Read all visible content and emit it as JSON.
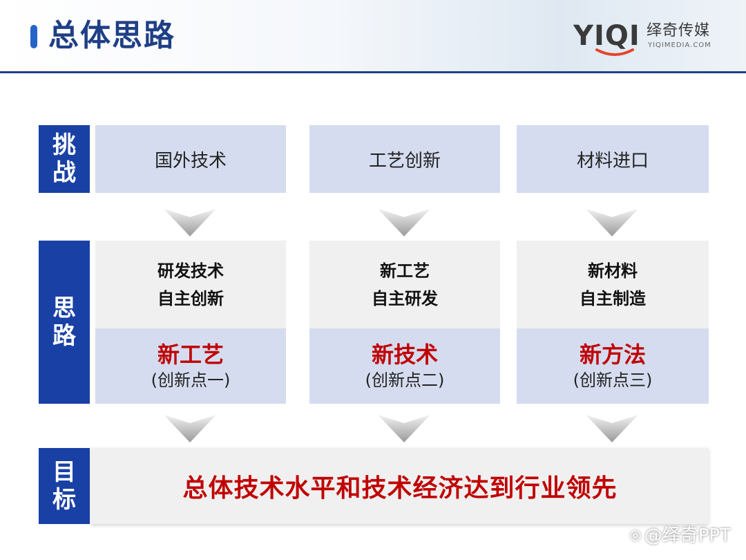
{
  "header": {
    "title": "总体思路",
    "logo_text": "YIQI",
    "logo_cn": "绎奇传媒",
    "logo_url": "YIQIMEDIA.COM"
  },
  "labels": {
    "challenge": [
      "挑",
      "战"
    ],
    "approach": [
      "思",
      "路"
    ],
    "goal": [
      "目",
      "标"
    ]
  },
  "challenges": [
    "国外技术",
    "工艺创新",
    "材料进口"
  ],
  "approaches": [
    {
      "line1": "研发技术",
      "line2": "自主创新",
      "title": "新工艺",
      "sub": "(创新点一)"
    },
    {
      "line1": "新工艺",
      "line2": "自主研发",
      "title": "新技术",
      "sub": "(创新点二)"
    },
    {
      "line1": "新材料",
      "line2": "自主制造",
      "title": "新方法",
      "sub": "(创新点三)"
    }
  ],
  "goal": "总体技术水平和技术经济达到行业领先",
  "watermark": "@绎奇PPT",
  "colors": {
    "accent_blue": "#1941a5",
    "light_blue": "#d5dcef",
    "highlight_red": "#c00000"
  }
}
